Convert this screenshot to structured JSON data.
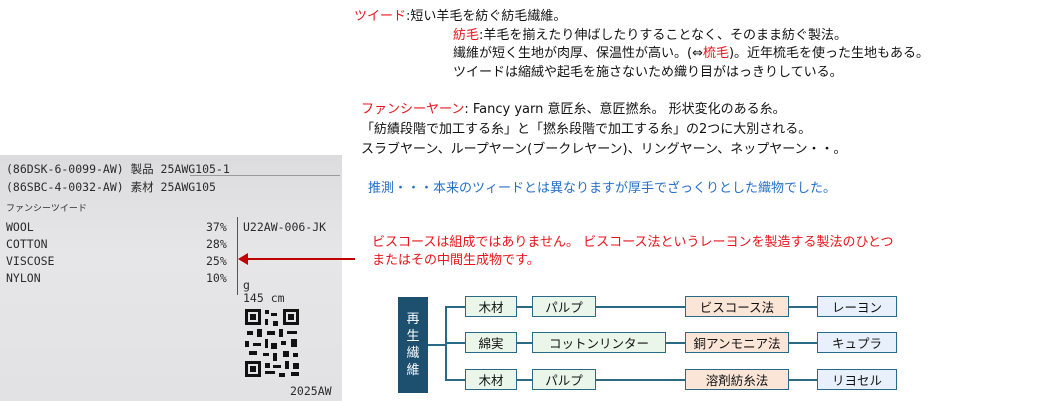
{
  "tweed": {
    "term": "ツイード",
    "definition": ":短い羊毛を紡ぐ紡毛繊維。",
    "boukou_term": "紡毛",
    "boukou_definition": ":羊毛を揃えたり伸ばしたりすることなく、そのまま紡ぐ製法。",
    "line3_pre": "繊維が短く生地が肉厚、保温性が高い。(⇔",
    "line3_red": "梳毛",
    "line3_post": ")。近年梳毛を使った生地もある。",
    "line4": "ツイードは縮絨や起毛を施さないため織り目がはっきりしている。"
  },
  "fancy": {
    "term": "ファンシーヤーン",
    "definition": ":  Fancy yarn 意匠糸、意匠撚糸。 形状変化のある糸。",
    "line2": "「紡績段階で加工する糸」と「撚糸段階で加工する糸」の2つに大別される。",
    "line3": "スラブヤーン、ループヤーン(ブークレヤーン)、リングヤーン、ネップヤーン・・。"
  },
  "guess": "推測・・・本来のツィードとは異なりますが厚手でざっくりとした織物でした。",
  "viscose_note": {
    "line1": "ビスコースは組成ではありません。 ビスコース法というレーヨンを製造する製法のひとつ",
    "line2": "またはその中間生成物です。"
  },
  "label": {
    "line1": "(86DSK-6-0099-AW) 製品 25AWG105-1",
    "line2": "(86SBC-4-0032-AW) 素材 25AWG105",
    "fabric_name": "ファンシーツイード",
    "rows": [
      {
        "fiber": "WOOL",
        "pct": "37%"
      },
      {
        "fiber": "COTTON",
        "pct": "28%"
      },
      {
        "fiber": "VISCOSE",
        "pct": "25%"
      },
      {
        "fiber": "NYLON",
        "pct": "10%"
      }
    ],
    "code": "U22AW-006-JK",
    "g": "g",
    "width": "145 cm",
    "season": "2025AW"
  },
  "diagram": {
    "root": "再\n生\n繊\n維",
    "rows": [
      {
        "material": "木材",
        "intermediate": "パルプ",
        "process": "ビスコース法",
        "product": "レーヨン"
      },
      {
        "material": "綿実",
        "intermediate": "コットンリンター",
        "process": "銅アンモニア法",
        "product": "キュプラ"
      },
      {
        "material": "木材",
        "intermediate": "パルプ",
        "process": "溶剤紡糸法",
        "product": "リヨセル"
      }
    ]
  }
}
